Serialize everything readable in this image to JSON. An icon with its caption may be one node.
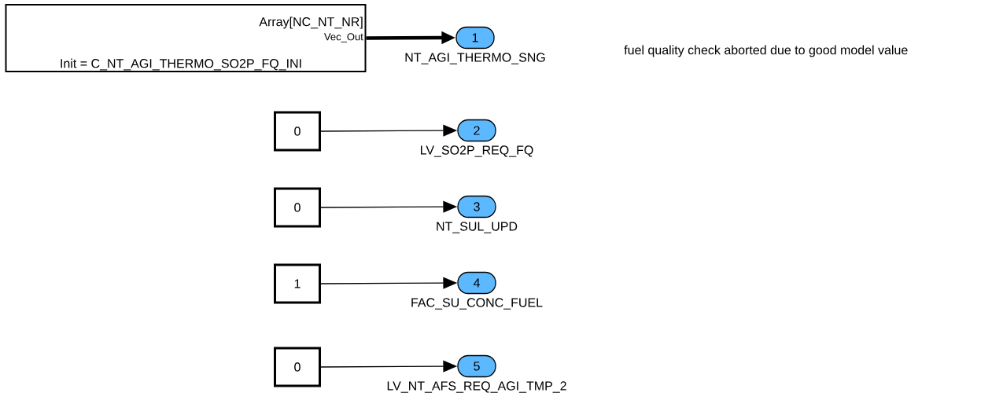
{
  "diagram": {
    "nodes": [
      {
        "text": [
          "Array[NC_NT_NR]",
          "Vec_Out",
          "Init = C_NT_AGI_THERMO_SO2P_FQ_INI"
        ]
      },
      {
        "text": [
          "1"
        ],
        "beside": [
          "NT_AGI_THERMO_SNG"
        ]
      },
      {
        "text": [
          "0"
        ]
      },
      {
        "text": [
          "2"
        ],
        "beside": [
          "LV_SO2P_REQ_FQ"
        ]
      },
      {
        "text": [
          "0"
        ]
      },
      {
        "text": [
          "3"
        ],
        "beside": [
          "NT_SUL_UPD"
        ]
      },
      {
        "text": [
          "1"
        ]
      },
      {
        "text": [
          "4"
        ],
        "beside": [
          "FAC_SU_CONC_FUEL"
        ]
      },
      {
        "text": [
          "0"
        ]
      },
      {
        "text": [
          "5"
        ],
        "beside": [
          "LV_NT_AFS_REQ_AGI_TMP_2"
        ]
      }
    ],
    "edges": [
      {
        "from": 0,
        "to": 1,
        "arrow": "to",
        "style": "thick"
      },
      {
        "from": 2,
        "to": 3,
        "arrow": "to"
      },
      {
        "from": 4,
        "to": 5,
        "arrow": "to"
      },
      {
        "from": 6,
        "to": 7,
        "arrow": "to"
      },
      {
        "from": 8,
        "to": 9,
        "arrow": "to"
      }
    ],
    "labels": [
      "fuel quality check aborted due to good model value"
    ]
  }
}
